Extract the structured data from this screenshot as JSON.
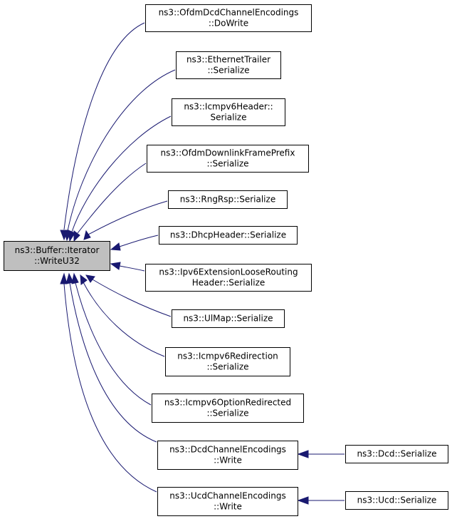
{
  "colors": {
    "edge": "#191970",
    "root_fill": "#bfbfbf",
    "node_fill": "#ffffff",
    "border": "#000000"
  },
  "nodes": [
    {
      "id": "root",
      "lines": [
        "ns3::Buffer::Iterator",
        "::WriteU32"
      ],
      "root": true
    },
    {
      "id": "n1",
      "lines": [
        "ns3::OfdmDcdChannelEncodings",
        "::DoWrite"
      ]
    },
    {
      "id": "n2",
      "lines": [
        "ns3::EthernetTrailer",
        "::Serialize"
      ]
    },
    {
      "id": "n3",
      "lines": [
        "ns3::Icmpv6Header::",
        "Serialize"
      ]
    },
    {
      "id": "n4",
      "lines": [
        "ns3::OfdmDownlinkFramePrefix",
        "::Serialize"
      ]
    },
    {
      "id": "n5",
      "lines": [
        "ns3::RngRsp::Serialize"
      ]
    },
    {
      "id": "n6",
      "lines": [
        "ns3::DhcpHeader::Serialize"
      ]
    },
    {
      "id": "n7",
      "lines": [
        "ns3::Ipv6ExtensionLooseRouting",
        "Header::Serialize"
      ]
    },
    {
      "id": "n8",
      "lines": [
        "ns3::UlMap::Serialize"
      ]
    },
    {
      "id": "n9",
      "lines": [
        "ns3::Icmpv6Redirection",
        "::Serialize"
      ]
    },
    {
      "id": "n10",
      "lines": [
        "ns3::Icmpv6OptionRedirected",
        "::Serialize"
      ]
    },
    {
      "id": "n11",
      "lines": [
        "ns3::DcdChannelEncodings",
        "::Write"
      ]
    },
    {
      "id": "n12",
      "lines": [
        "ns3::UcdChannelEncodings",
        "::Write"
      ]
    },
    {
      "id": "n13",
      "lines": [
        "ns3::Dcd::Serialize"
      ]
    },
    {
      "id": "n14",
      "lines": [
        "ns3::Ucd::Serialize"
      ]
    }
  ],
  "edges": [
    {
      "from": "n1",
      "to": "root"
    },
    {
      "from": "n2",
      "to": "root"
    },
    {
      "from": "n3",
      "to": "root"
    },
    {
      "from": "n4",
      "to": "root"
    },
    {
      "from": "n5",
      "to": "root"
    },
    {
      "from": "n6",
      "to": "root"
    },
    {
      "from": "n7",
      "to": "root"
    },
    {
      "from": "n8",
      "to": "root"
    },
    {
      "from": "n9",
      "to": "root"
    },
    {
      "from": "n10",
      "to": "root"
    },
    {
      "from": "n11",
      "to": "root"
    },
    {
      "from": "n12",
      "to": "root"
    },
    {
      "from": "n13",
      "to": "n11"
    },
    {
      "from": "n14",
      "to": "n12"
    }
  ]
}
